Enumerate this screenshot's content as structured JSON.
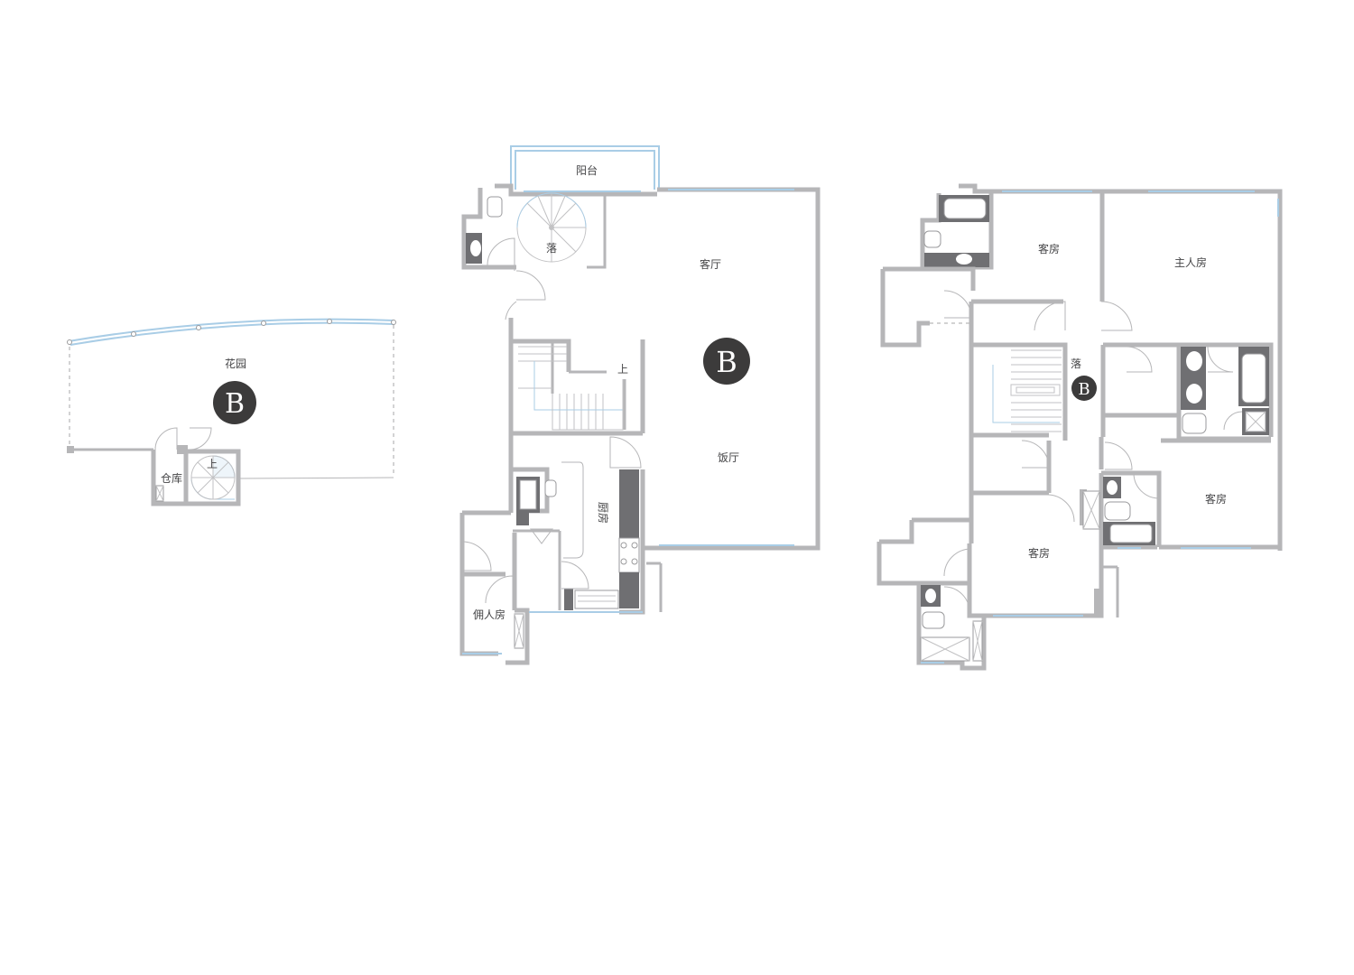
{
  "plans": {
    "garden_level": {
      "labels": {
        "garden": "花园",
        "storage": "仓库",
        "up": "上"
      },
      "badge": "B"
    },
    "main_level": {
      "labels": {
        "balcony": "阳台",
        "down": "落",
        "living_room": "客厅",
        "up": "上",
        "dining_room": "饭厅",
        "kitchen": "厨房",
        "maid_room": "佣人房"
      },
      "badge": "B"
    },
    "upper_level": {
      "labels": {
        "guest_room_top": "客房",
        "master_room": "主人房",
        "down": "落",
        "guest_room_right": "客房",
        "guest_room_bottom": "客房"
      },
      "badge": "B"
    }
  },
  "colors": {
    "wall": "#b6b6b8",
    "window": "#a9cde6",
    "fixture": "#6f6f72",
    "badge": "#3c3b3b"
  }
}
